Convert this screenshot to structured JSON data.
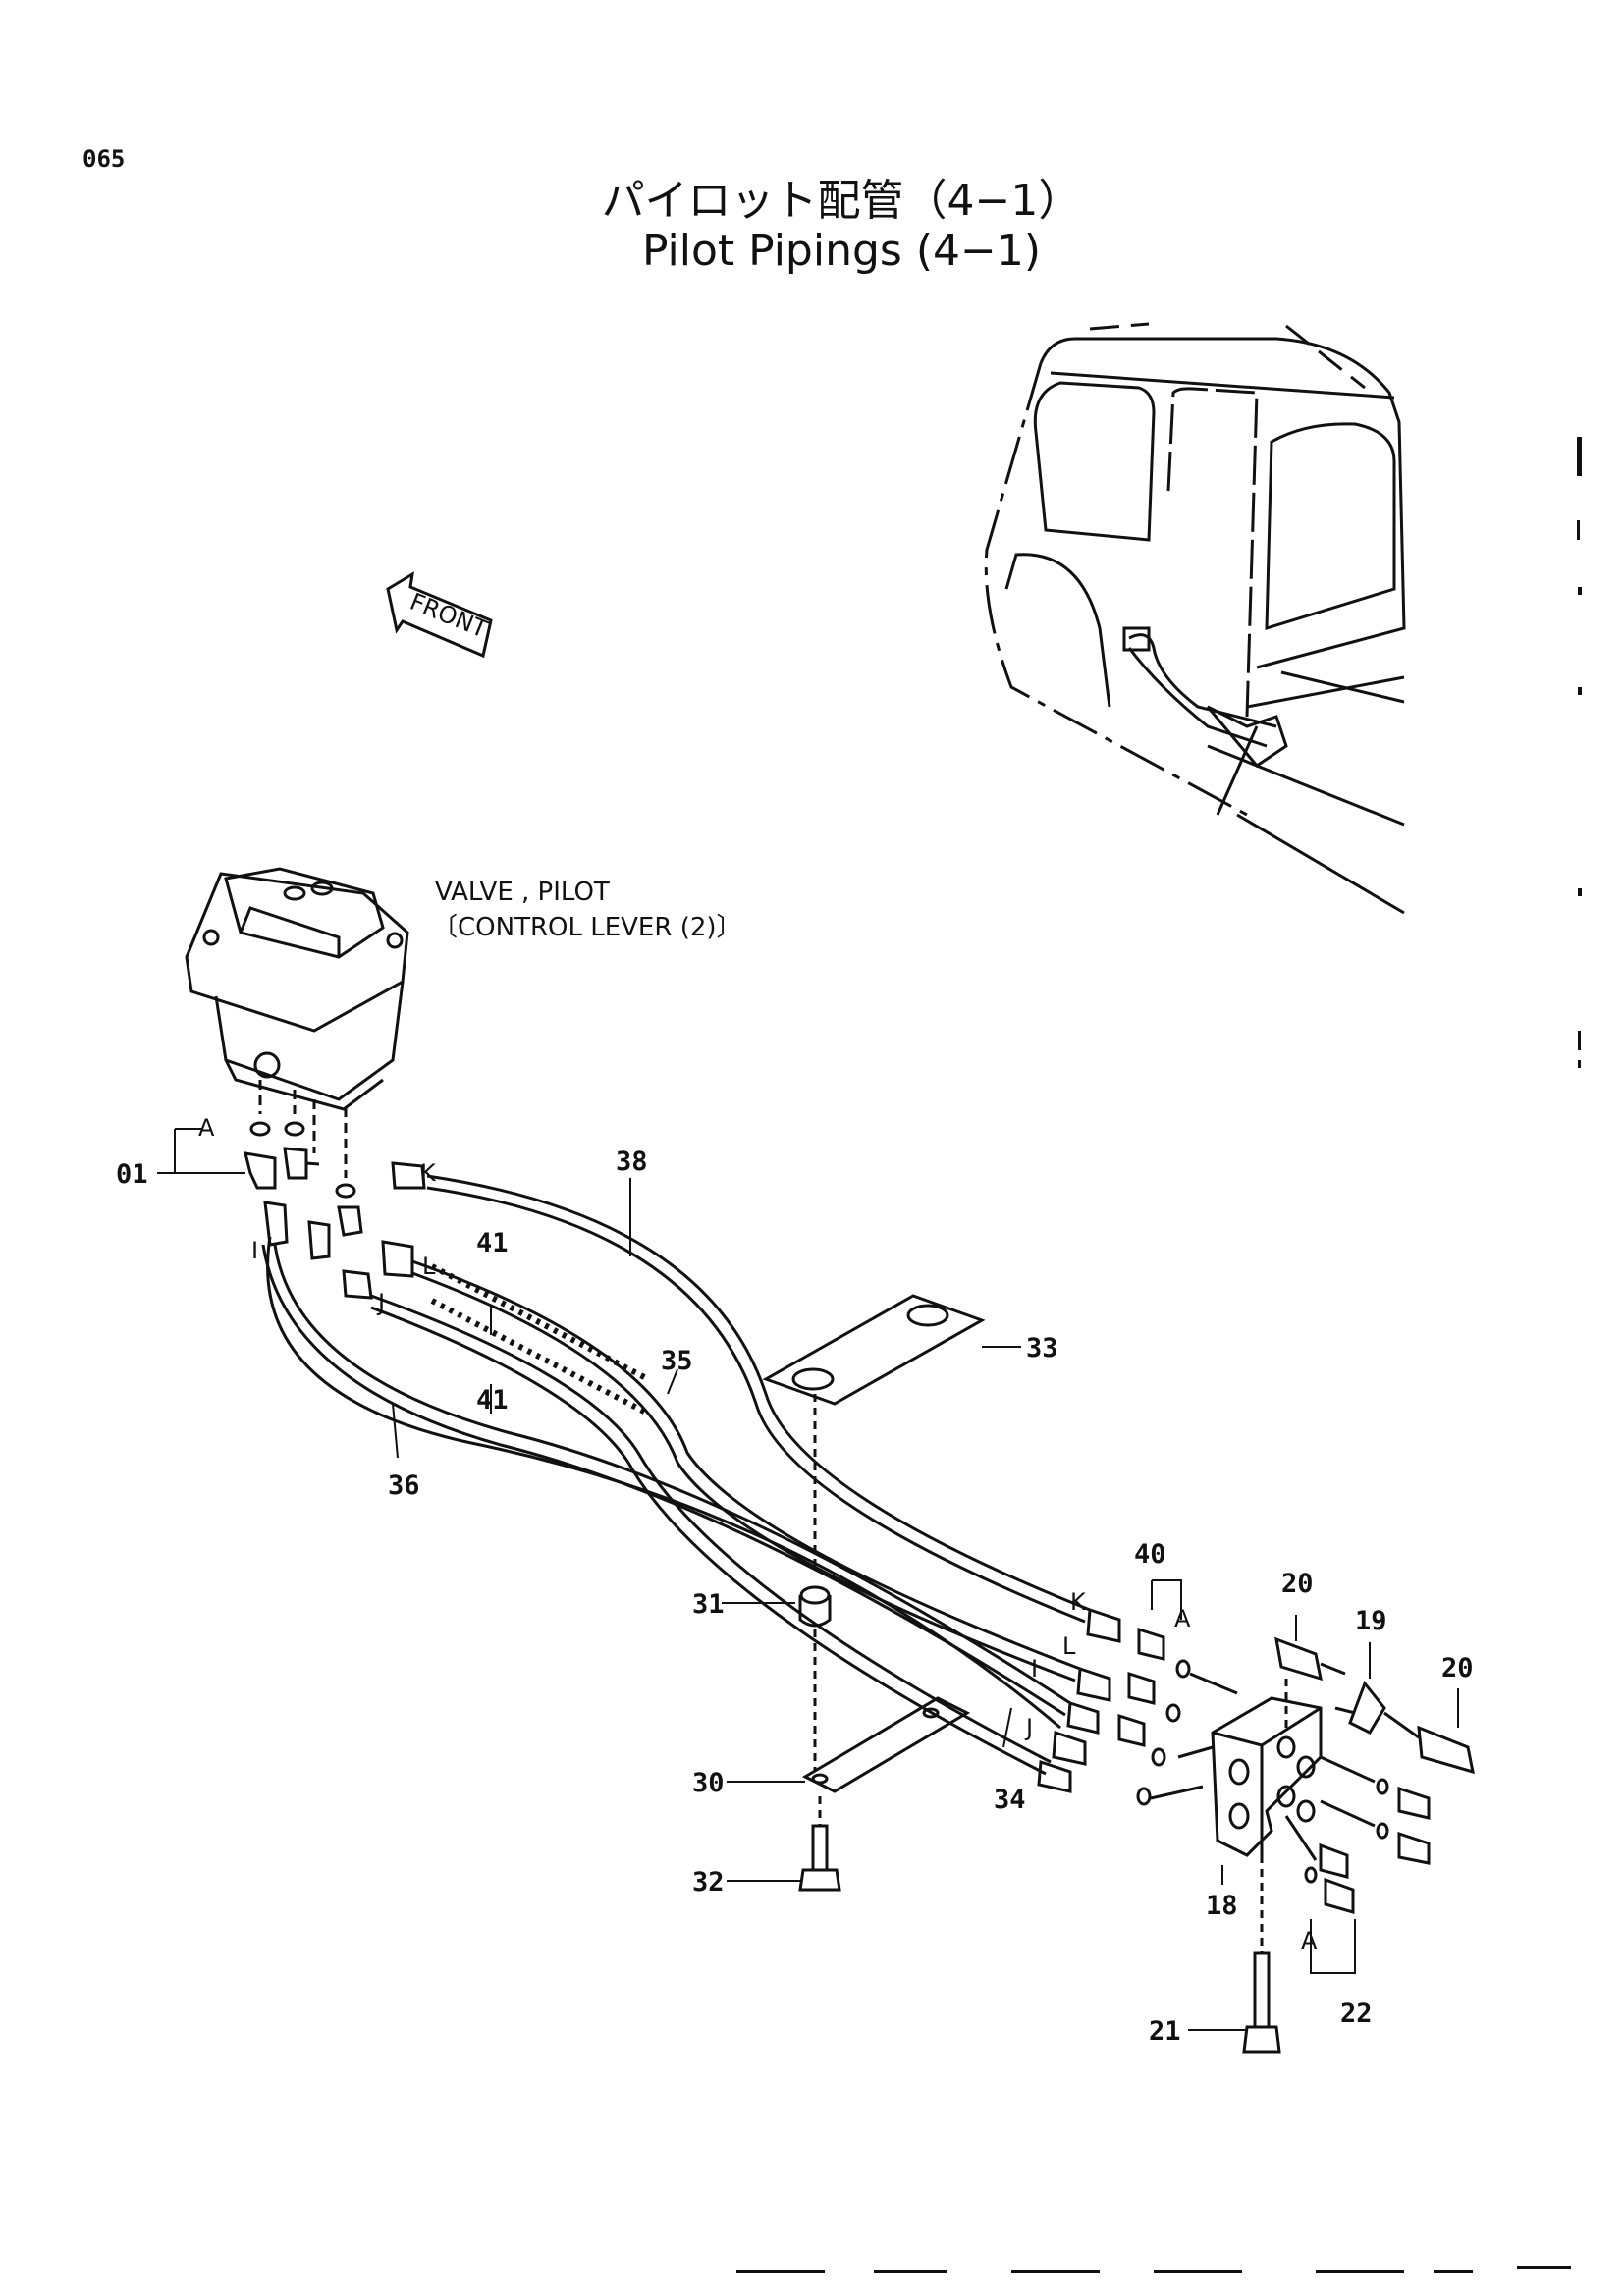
{
  "page": {
    "number": "065"
  },
  "title": {
    "japanese": "パイロット配管（4−1）",
    "english": "Pilot Pipings (4−1)"
  },
  "front_marker": "FRONT",
  "valve_note": {
    "line1": "VALVE , PILOT",
    "line2": "〔CONTROL LEVER (2)〕"
  },
  "callouts": {
    "c01": "01",
    "c18": "18",
    "c19": "19",
    "c20a": "20",
    "c20b": "20",
    "c21": "21",
    "c22": "22",
    "c30": "30",
    "c31": "31",
    "c32": "32",
    "c33": "33",
    "c34": "34",
    "c35": "35",
    "c36": "36",
    "c38": "38",
    "c40": "40",
    "c41a": "41",
    "c41b": "41"
  },
  "letters": {
    "a1": "A",
    "a2": "A",
    "a3": "A",
    "k1": "K",
    "k2": "K",
    "l1": "L",
    "l2": "L",
    "i1": "I",
    "i2": "I",
    "j1": "J",
    "j2": "J"
  }
}
